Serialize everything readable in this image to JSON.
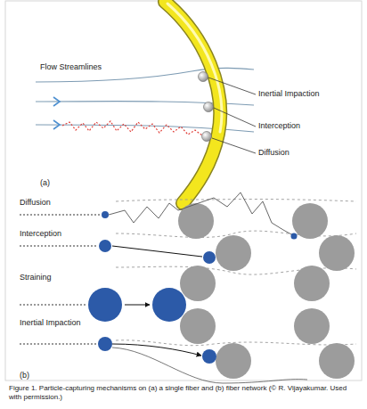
{
  "diagram": {
    "caption": "Figure 1. Particle-capturing mechanisms on (a) a single fiber and (b) fiber network (© R. Vijayakumar. Used with permission.)",
    "labels": [
      "Flow Streamlines",
      "Inertial Impaction",
      "Interception",
      "Diffusion",
      "(a)",
      "Diffusion",
      "Interception",
      "Straining",
      "Inertial Impaction",
      "(b)"
    ]
  }
}
